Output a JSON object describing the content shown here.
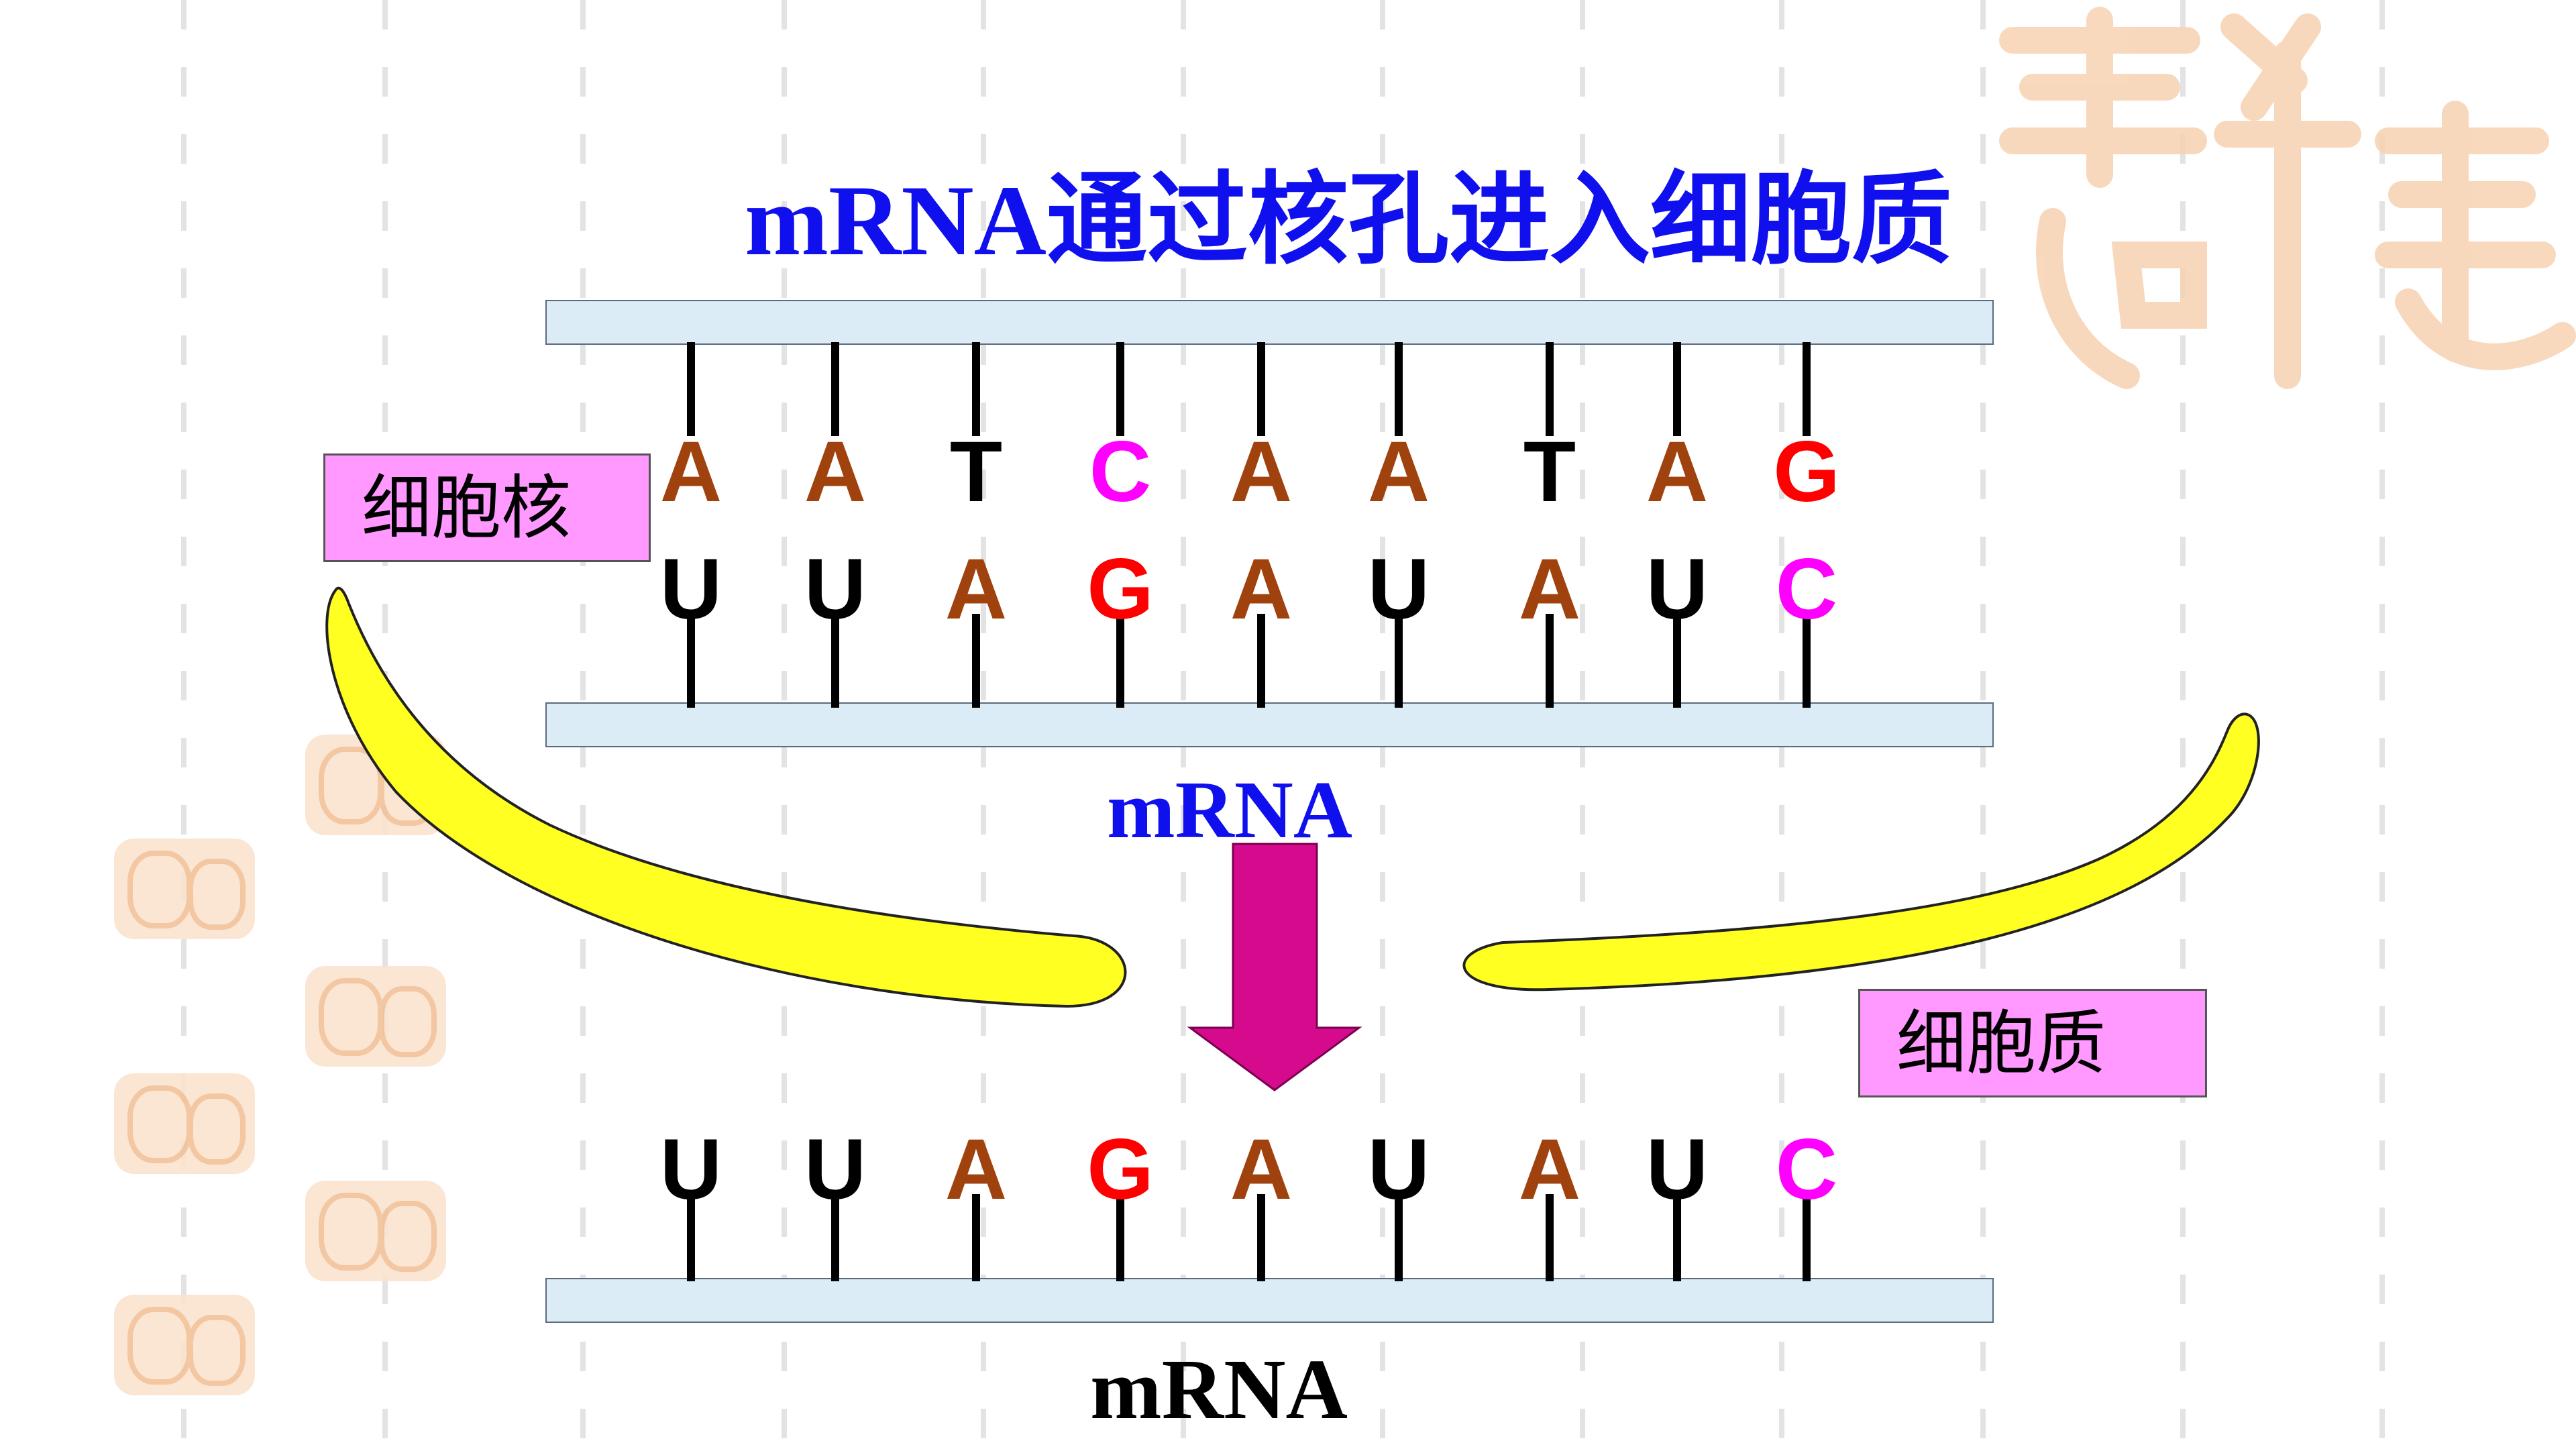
{
  "title": "mRNA通过核孔进入细胞质",
  "labels": {
    "nucleus": "细胞核",
    "cytoplasm": "细胞质",
    "mrna_top": "mRNA",
    "mrna_bottom": "mRNA"
  },
  "dna_template_bases": [
    "A",
    "A",
    "T",
    "C",
    "A",
    "A",
    "T",
    "A",
    "G"
  ],
  "mrna_bases": [
    "U",
    "U",
    "A",
    "G",
    "A",
    "U",
    "A",
    "U",
    "C"
  ],
  "base_colors": {
    "A": "#a0420d",
    "T": "#000000",
    "C": "#ff00ff",
    "G": "#ff0000",
    "U": "#000000"
  },
  "colors": {
    "title": "#1010ee",
    "mrna_label_top": "#1010ee",
    "mrna_label_bottom": "#000000",
    "arrow": "#d60a8c",
    "nuclear_envelope": "#ffff22",
    "label_box": "#ff99ff",
    "strand": "#dcecf6"
  }
}
